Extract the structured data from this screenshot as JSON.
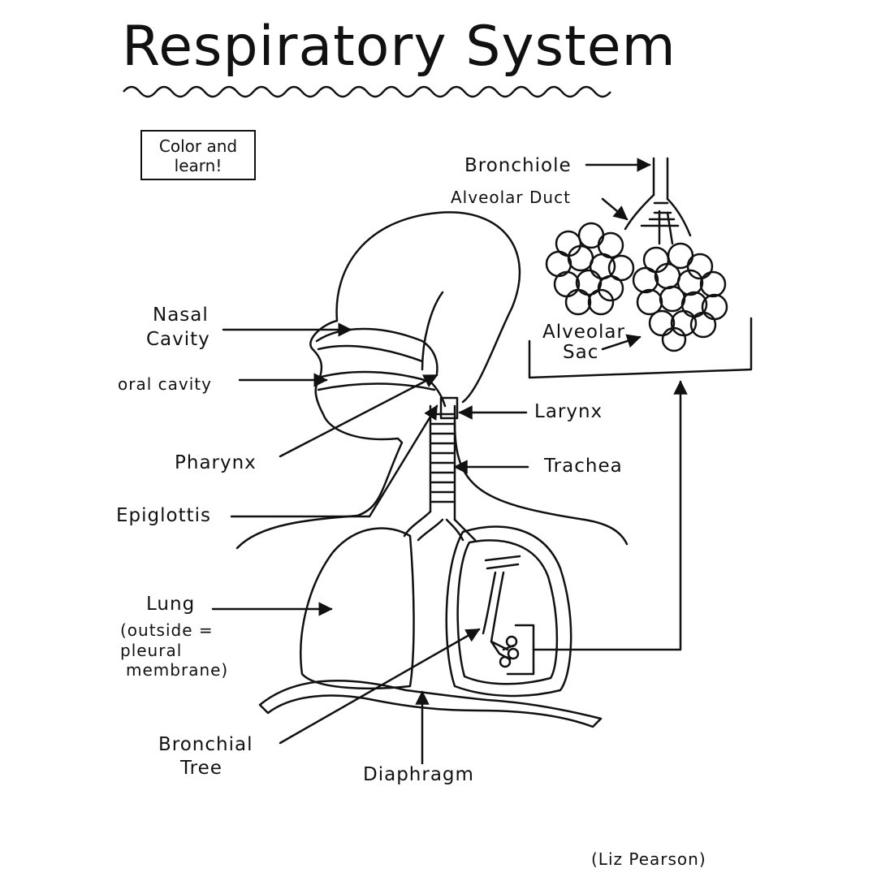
{
  "title": "Respiratory System",
  "note_box": {
    "line1": "Color and",
    "line2": "learn!"
  },
  "labels": {
    "nasal_cavity_1": "Nasal",
    "nasal_cavity_2": "Cavity",
    "oral_cavity": "oral cavity",
    "pharynx": "Pharynx",
    "epiglottis": "Epiglottis",
    "lung_1": "Lung",
    "lung_2": "(outside =",
    "lung_3": "pleural",
    "lung_4": "membrane)",
    "bronchial_tree_1": "Bronchial",
    "bronchial_tree_2": "Tree",
    "diaphragm": "Diaphragm",
    "larynx": "Larynx",
    "trachea": "Trachea",
    "bronchiole": "Bronchiole",
    "alveolar_duct": "Alveolar Duct",
    "alveolar_sac_1": "Alveolar",
    "alveolar_sac_2": "Sac"
  },
  "credit": "(Liz Pearson)",
  "colors": {
    "ink": "#111111",
    "background": "#ffffff"
  }
}
